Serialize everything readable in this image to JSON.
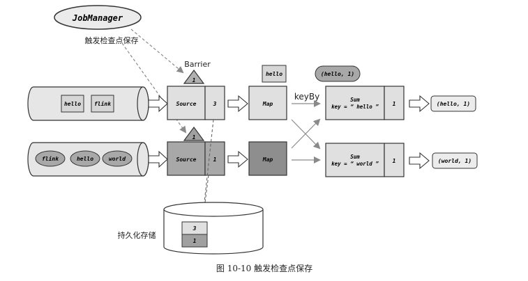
{
  "job_manager": {
    "label": "JobManager"
  },
  "trigger_label": "触发检查点保存",
  "barrier_label": "Barrier",
  "keyby_label": "keyBy",
  "storage_label": "持久化存储",
  "caption": "图 10-10  触发检查点保存",
  "barriers": [
    {
      "id": "1"
    },
    {
      "id": "1"
    }
  ],
  "stream_top": {
    "items": [
      "hello",
      "flink"
    ]
  },
  "stream_bottom": {
    "items": [
      "flink",
      "hello",
      "world"
    ]
  },
  "source_top": {
    "label": "Source",
    "offset": "3"
  },
  "source_bottom": {
    "label": "Source",
    "offset": "1"
  },
  "map_top": {
    "label": "Map",
    "in_flight": "hello"
  },
  "map_bottom": {
    "label": "Map"
  },
  "sum_top": {
    "title": "Sum",
    "key_line": "key = “ hello ”",
    "state": "1",
    "in_flight": "(hello, 1)"
  },
  "sum_bottom": {
    "title": "Sum",
    "key_line": "key = “ world ”",
    "state": "1"
  },
  "output_top": "(hello, 1)",
  "output_bottom": "(world, 1)",
  "stored_states": [
    "3",
    "1"
  ],
  "colors": {
    "light": "#e8e8e8",
    "mid": "#d6d6d6",
    "dark": "#a8a8a8",
    "stroke": "#333333",
    "arrow_gray": "#8a8a8a"
  }
}
